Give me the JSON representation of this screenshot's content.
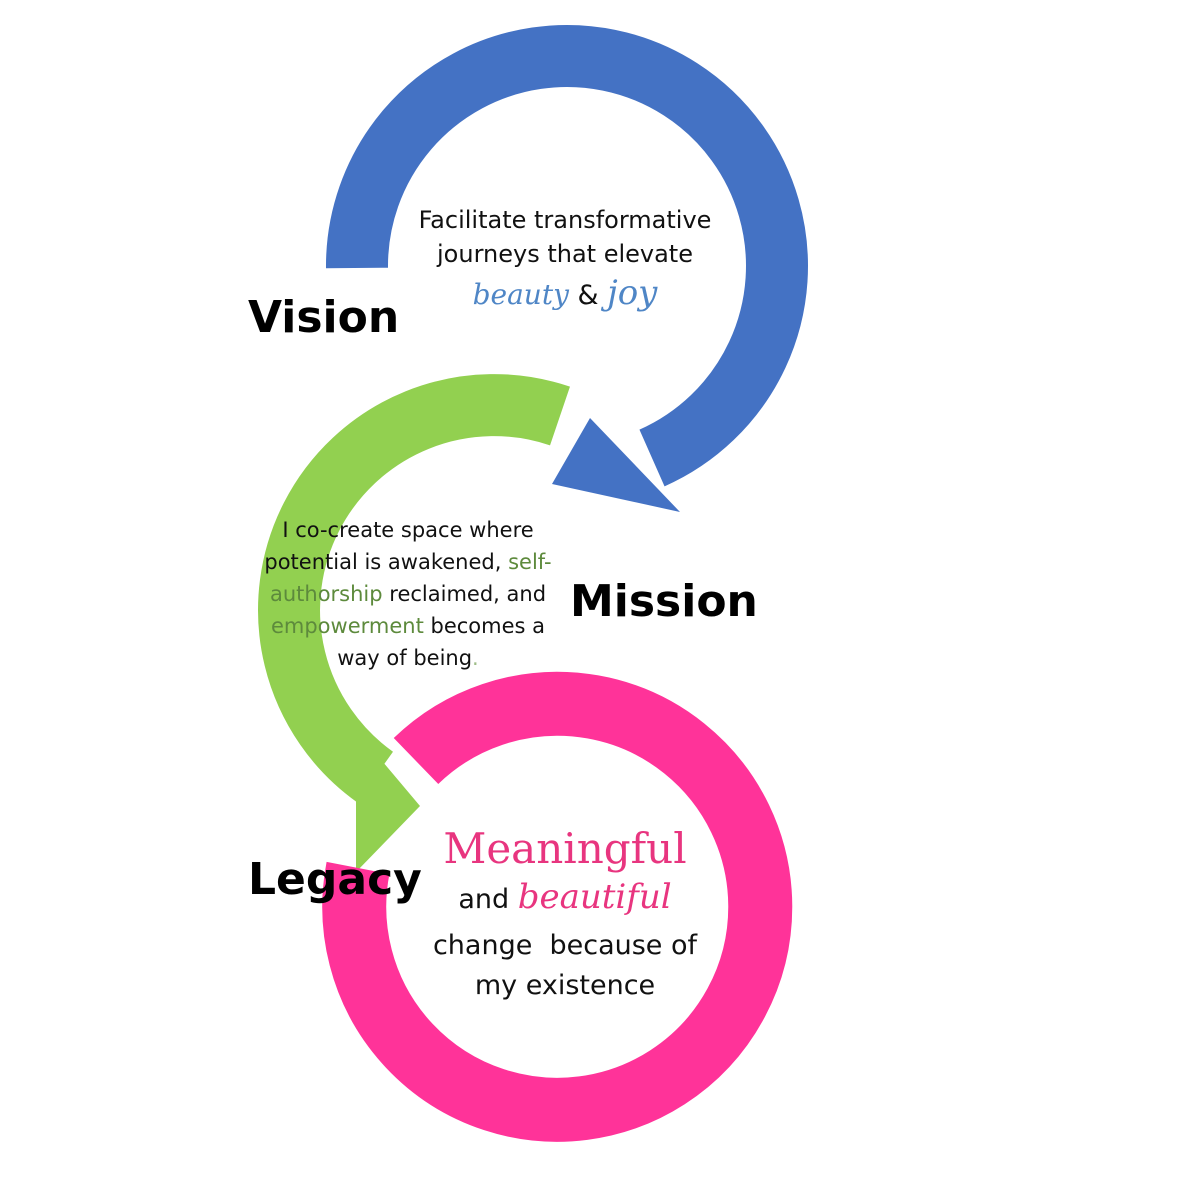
{
  "colors": {
    "vision": "#4472c4",
    "mission": "#92d050",
    "legacy": "#ff3399"
  },
  "vision": {
    "label": "Vision",
    "line1": "Facilitate transformative",
    "line2": "journeys that elevate",
    "highlight1": "beauty",
    "conjunction": "&",
    "highlight2": "joy"
  },
  "mission": {
    "label": "Mission",
    "line1": "I co-create space where",
    "line2_a": "potential is awakened,",
    "line2_b": "self-",
    "line3_a": "authorship",
    "line3_b": "reclaimed, and",
    "line4_a": "empowerment",
    "line4_b": "becomes a",
    "line5": "way of being",
    "period": "."
  },
  "legacy": {
    "label": "Legacy",
    "highlight1": "Meaningful",
    "conj": "and",
    "highlight2": "beautiful",
    "line3": "change  because of",
    "line4": "my existence"
  }
}
